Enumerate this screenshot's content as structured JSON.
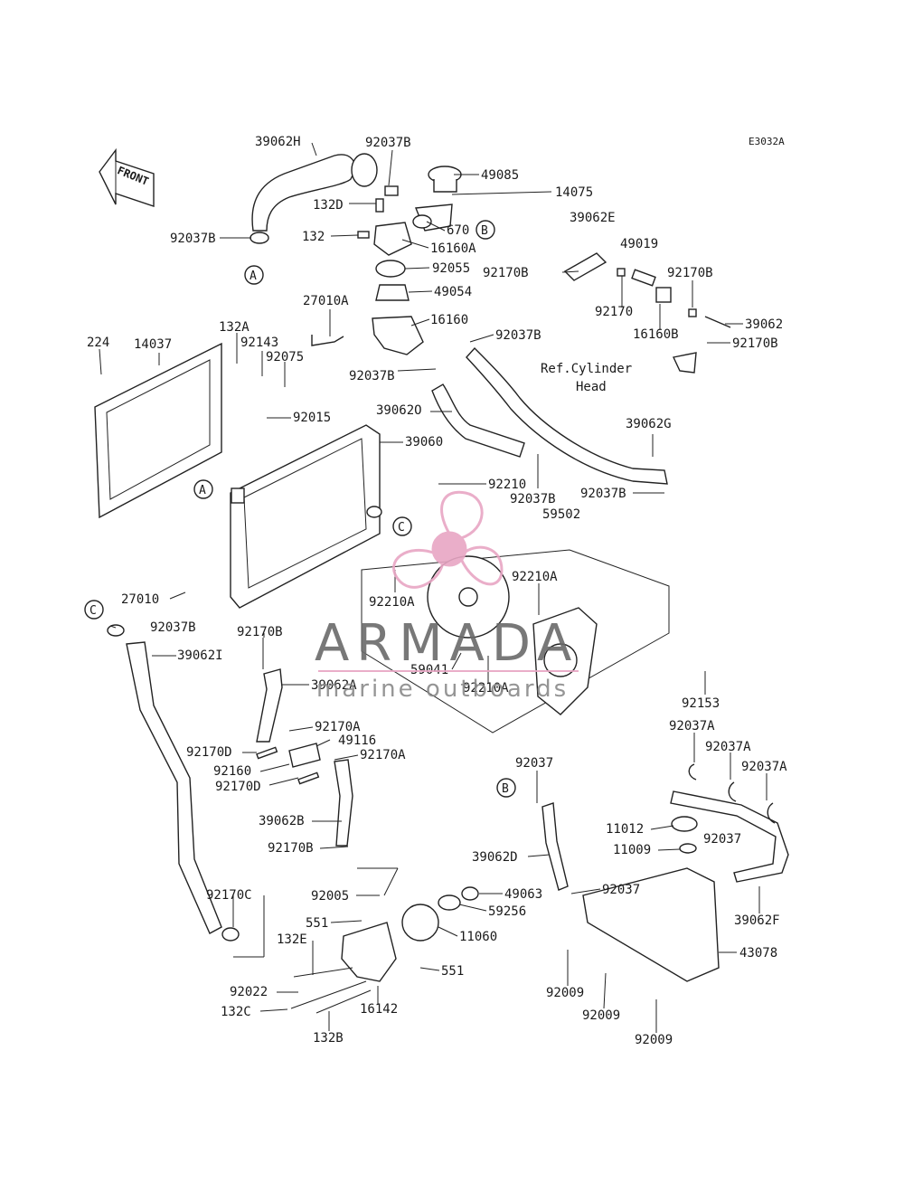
{
  "diagram_code": "E3032A",
  "front_label": "FRONT",
  "ref_note_line1": "Ref.Cylinder",
  "ref_note_line2": "Head",
  "callouts": {
    "A": "A",
    "B": "B",
    "C": "C"
  },
  "watermark": {
    "brand": "ARMADA",
    "tagline": "marine outboards",
    "color": "#e8a6c4"
  },
  "parts": {
    "p39062H": "39062H",
    "p92037B_1": "92037B",
    "p49085": "49085",
    "p14075": "14075",
    "p132D": "132D",
    "p670": "670",
    "p132": "132",
    "p16160A": "16160A",
    "p92037B_2": "92037B",
    "p92055": "92055",
    "p49054": "49054",
    "p27010A": "27010A",
    "p16160": "16160",
    "p92037B_3": "92037B",
    "p39062E": "39062E",
    "p49019": "49019",
    "p92170B_1": "92170B",
    "p92170B_2": "92170B",
    "p92170": "92170",
    "p16160B": "16160B",
    "p39062": "39062",
    "p92170B_3": "92170B",
    "p224": "224",
    "p14037": "14037",
    "p132A": "132A",
    "p92143": "92143",
    "p92075": "92075",
    "p92037B_4": "92037B",
    "p92015": "92015",
    "p39062O": "39062O",
    "p39060": "39060",
    "p39062G": "39062G",
    "p92210": "92210",
    "p92037B_5": "92037B",
    "p92037B_6": "92037B",
    "p59502": "59502",
    "p27010": "27010",
    "p92210A_1": "92210A",
    "p92210A_2": "92210A",
    "p92037B_7": "92037B",
    "p92170B_4": "92170B",
    "p39062I": "39062I",
    "p59041": "59041",
    "p92210A_3": "92210A",
    "p92153": "92153",
    "p39062A": "39062A",
    "p92170A_1": "92170A",
    "p49116": "49116",
    "p92170D_1": "92170D",
    "p92170A_2": "92170A",
    "p92160": "92160",
    "p92170D_2": "92170D",
    "p92037A_1": "92037A",
    "p92037A_2": "92037A",
    "p92037A_3": "92037A",
    "p92037_1": "92037",
    "p39062B": "39062B",
    "p92170B_5": "92170B",
    "p11012": "11012",
    "p92037_2": "92037",
    "p11009": "11009",
    "p39062D": "39062D",
    "p92170C": "92170C",
    "p92005": "92005",
    "p49063": "49063",
    "p92037_3": "92037",
    "p551_1": "551",
    "p59256": "59256",
    "p11060": "11060",
    "p39062F": "39062F",
    "p132E": "132E",
    "p43078": "43078",
    "p551_2": "551",
    "p92022": "92022",
    "p92009_1": "92009",
    "p132C": "132C",
    "p16142": "16142",
    "p92009_2": "92009",
    "p132B": "132B",
    "p92009_3": "92009"
  }
}
